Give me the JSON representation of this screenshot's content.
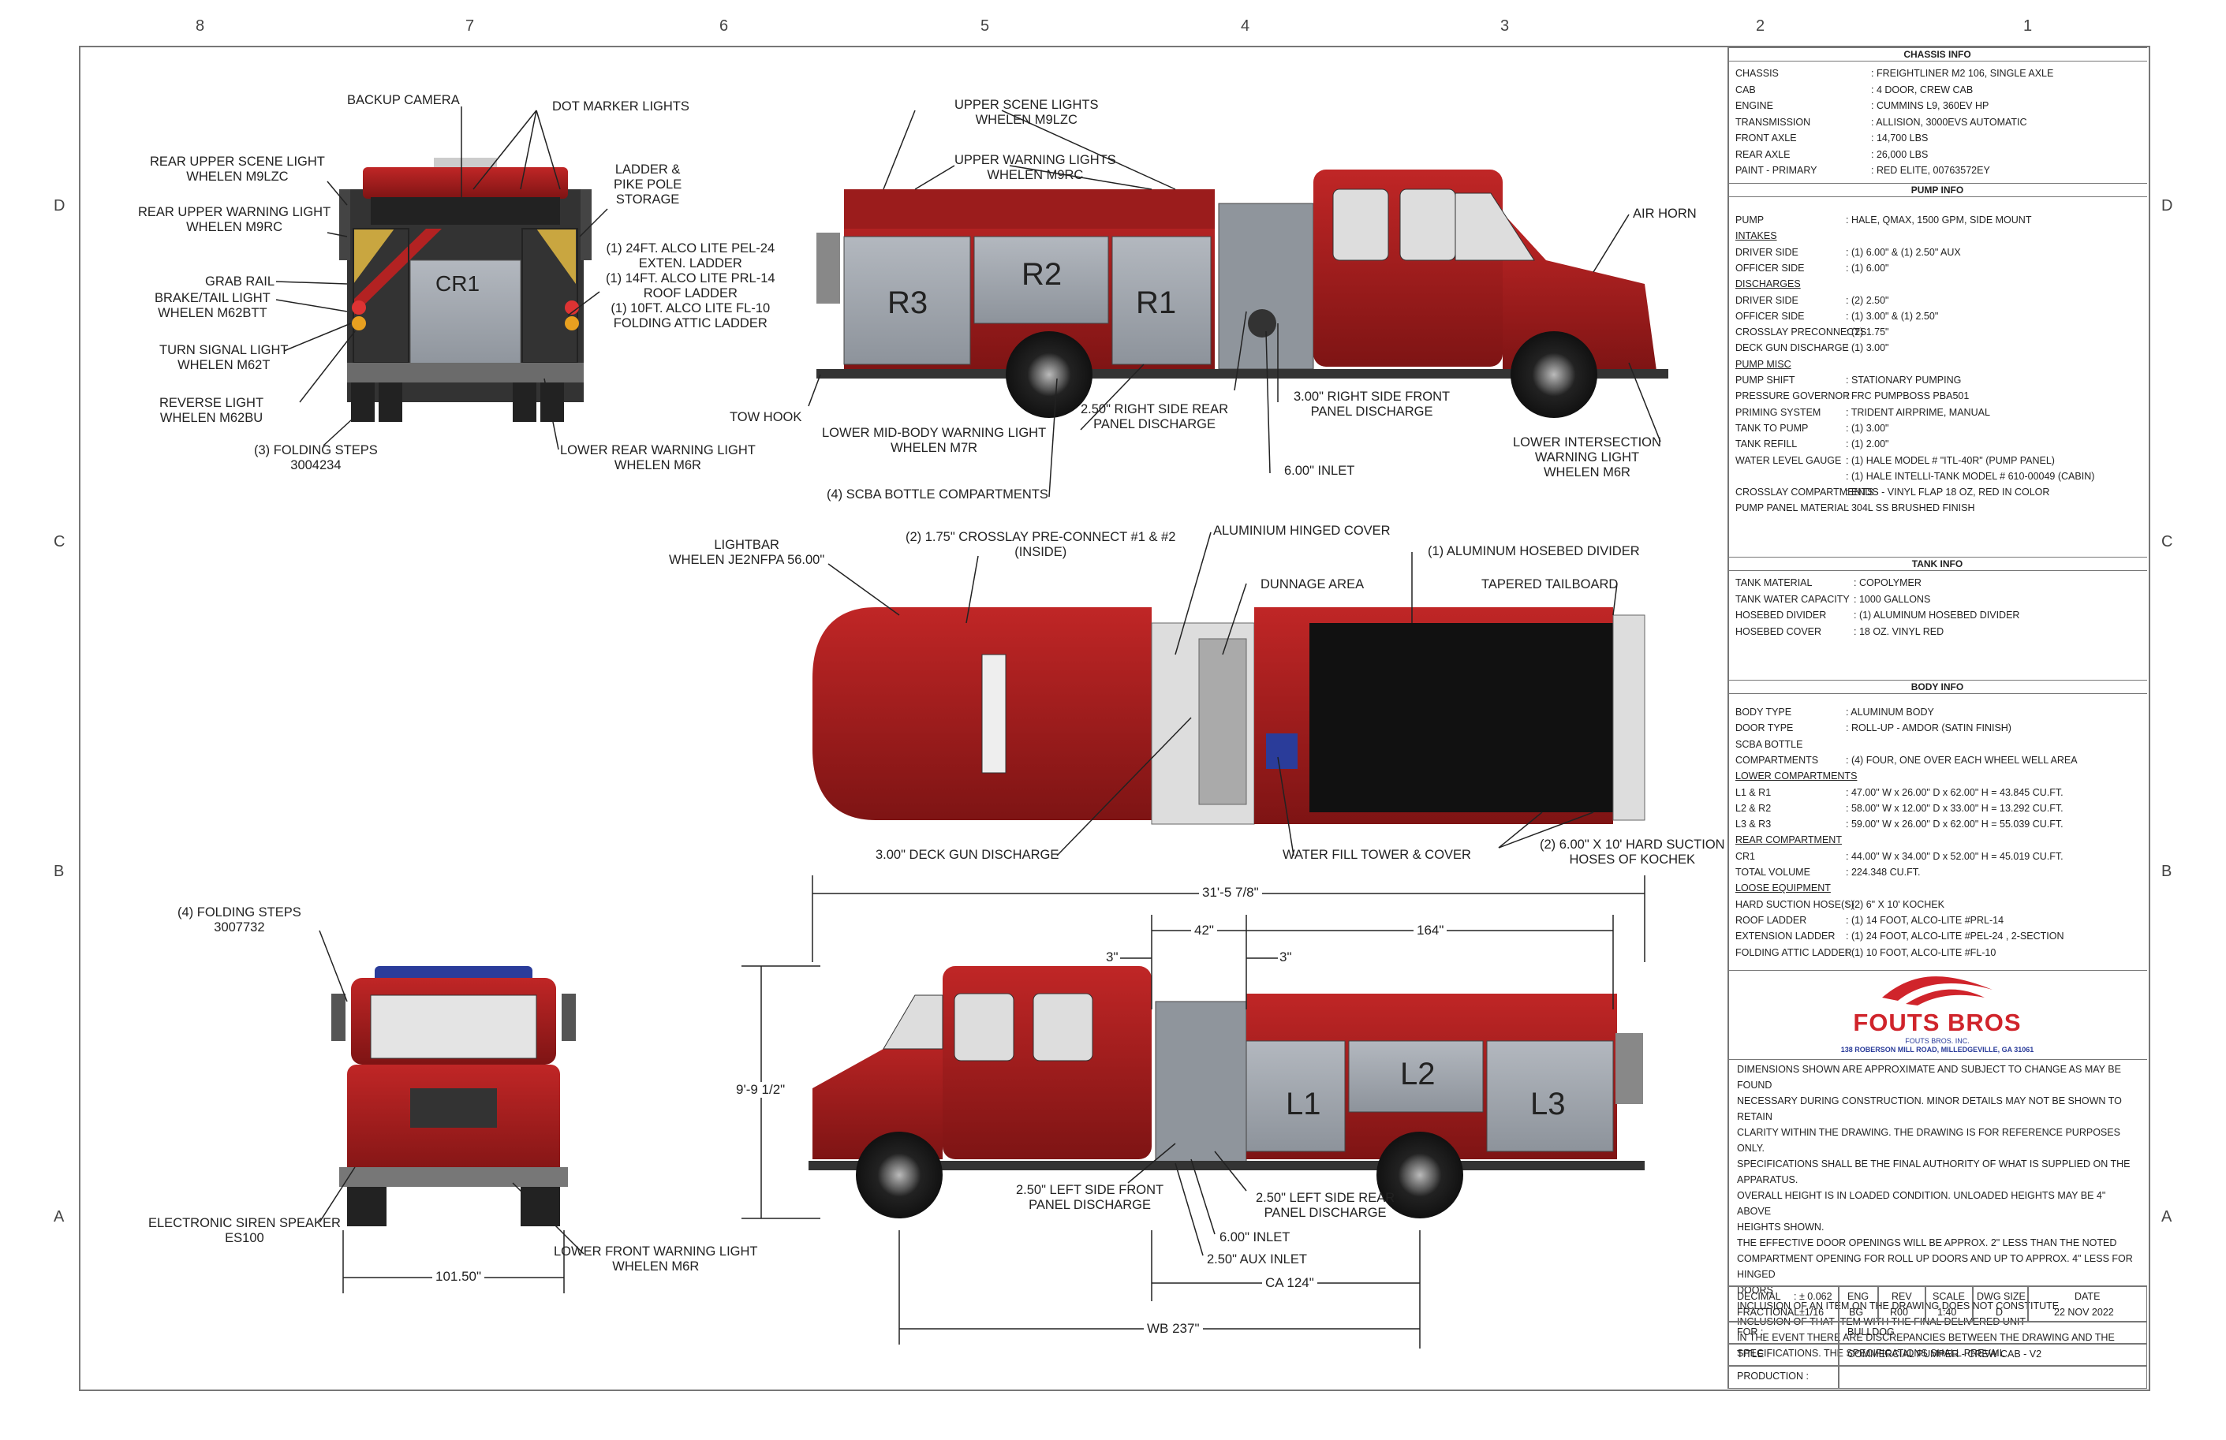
{
  "zones": {
    "top": [
      "8",
      "7",
      "6",
      "5",
      "4",
      "3",
      "2",
      "1"
    ],
    "side": [
      "D",
      "C",
      "B",
      "A"
    ]
  },
  "rear_view": {
    "labels": {
      "backup_camera": "BACKUP CAMERA",
      "dot_marker": "DOT MARKER LIGHTS",
      "rear_upper_scene": "REAR UPPER SCENE LIGHT\nWHELEN M9LZC",
      "ladder_pike": "LADDER &\nPIKE POLE\nSTORAGE",
      "rear_upper_warning": "REAR UPPER WARNING LIGHT\nWHELEN M9RC",
      "ladders": "(1) 24FT. ALCO LITE PEL-24\nEXTEN. LADDER\n(1) 14FT. ALCO LITE PRL-14\nROOF LADDER\n(1) 10FT. ALCO LITE FL-10\nFOLDING ATTIC LADDER",
      "grab_rail": "GRAB RAIL",
      "brake_tail": "BRAKE/TAIL LIGHT\nWHELEN M62BTT",
      "turn_signal": "TURN SIGNAL LIGHT\nWHELEN M62T",
      "reverse": "REVERSE LIGHT\nWHELEN M62BU",
      "folding_steps": "(3) FOLDING STEPS\n3004234",
      "lower_rear_warning": "LOWER REAR WARNING LIGHT\nWHELEN M6R",
      "compartment": "CR1"
    }
  },
  "right_side_view": {
    "labels": {
      "upper_scene": "UPPER SCENE LIGHTS\nWHELEN M9LZC",
      "upper_warning": "UPPER WARNING LIGHTS\nWHELEN M9RC",
      "air_horn": "AIR HORN",
      "tow_hook": "TOW HOOK",
      "lower_mid": "LOWER MID-BODY WARNING LIGHT\nWHELEN M7R",
      "right_rear_discharge": "2.50\" RIGHT SIDE REAR\nPANEL DISCHARGE",
      "right_front_discharge": "3.00\" RIGHT SIDE FRONT\nPANEL DISCHARGE",
      "inlet": "6.00\" INLET",
      "scba": "(4) SCBA BOTTLE COMPARTMENTS",
      "lower_intersection": "LOWER INTERSECTION\nWARNING LIGHT\nWHELEN M6R",
      "r3": "R3",
      "r2": "R2",
      "r1": "R1"
    }
  },
  "top_view": {
    "labels": {
      "lightbar": "LIGHTBAR\nWHELEN JE2NFPA 56.00\"",
      "crosslay": "(2) 1.75\" CROSSLAY PRE-CONNECT #1 & #2\n(INSIDE)",
      "hinged_cover": "ALUMINIUM HINGED COVER",
      "hosebed_divider": "(1) ALUMINUM HOSEBED DIVIDER",
      "dunnage": "DUNNAGE AREA",
      "tailboard": "TAPERED TAILBOARD",
      "deck_gun": "3.00\" DECK GUN DISCHARGE",
      "water_fill": "WATER FILL TOWER & COVER",
      "hard_suction": "(2) 6.00\" X 10' HARD SUCTION\nHOSES OF KOCHEK"
    }
  },
  "front_view": {
    "labels": {
      "folding_steps": "(4) FOLDING STEPS\n3007732",
      "siren": "ELECTRONIC SIREN SPEAKER\nES100",
      "lower_front_warning": "LOWER FRONT WARNING LIGHT\nWHELEN M6R",
      "width": "101.50\""
    }
  },
  "left_side_view": {
    "labels": {
      "overall_length": "31'-5 7/8\"",
      "d42": "42\"",
      "d164": "164\"",
      "d3a": "3\"",
      "d3b": "3\"",
      "height": "9'-9 1/2\"",
      "left_front_discharge": "2.50\" LEFT SIDE FRONT\nPANEL DISCHARGE",
      "left_rear_discharge": "2.50\" LEFT SIDE REAR\nPANEL DISCHARGE",
      "inlet": "6.00\" INLET",
      "aux_inlet": "2.50\" AUX INLET",
      "ca": "CA 124\"",
      "wb": "WB 237\"",
      "l1": "L1",
      "l2": "L2",
      "l3": "L3"
    }
  },
  "chassis_info": {
    "title": "CHASSIS INFO",
    "rows": [
      [
        "CHASSIS",
        ": FREIGHTLINER M2 106, SINGLE AXLE"
      ],
      [
        "CAB",
        ": 4 DOOR, CREW CAB"
      ],
      [
        "ENGINE",
        ": CUMMINS L9, 360EV HP"
      ],
      [
        "TRANSMISSION",
        ": ALLISION, 3000EVS AUTOMATIC"
      ],
      [
        "FRONT AXLE",
        ": 14,700 LBS"
      ],
      [
        "REAR AXLE",
        ": 26,000 LBS"
      ],
      [
        "PAINT - PRIMARY",
        ": RED ELITE, 00763572EY"
      ]
    ]
  },
  "pump_info": {
    "title": "PUMP INFO",
    "rows": [
      [
        "PUMP",
        ": HALE, QMAX, 1500 GPM, SIDE MOUNT",
        false
      ],
      [
        "INTAKES",
        "",
        true
      ],
      [
        "DRIVER SIDE",
        ": (1) 6.00\" & (1) 2.50\" AUX",
        false
      ],
      [
        "OFFICER SIDE",
        ": (1) 6.00\"",
        false
      ],
      [
        "DISCHARGES",
        "",
        true
      ],
      [
        "DRIVER SIDE",
        ": (2) 2.50\"",
        false
      ],
      [
        "OFFICER SIDE",
        ": (1) 3.00\" & (1) 2.50\"",
        false
      ],
      [
        "CROSSLAY PRECONNECTS",
        ": (2) 1.75\"",
        false
      ],
      [
        "DECK GUN DISCHARGE",
        ": (1) 3.00\"",
        false
      ],
      [
        "PUMP MISC",
        "",
        true
      ],
      [
        "PUMP SHIFT",
        ": STATIONARY PUMPING",
        false
      ],
      [
        "PRESSURE GOVERNOR",
        ": FRC PUMPBOSS PBA501",
        false
      ],
      [
        "PRIMING SYSTEM",
        ": TRIDENT AIRPRIME, MANUAL",
        false
      ],
      [
        "TANK TO PUMP",
        ": (1) 3.00\"",
        false
      ],
      [
        "TANK REFILL",
        ": (1) 2.00\"",
        false
      ],
      [
        "WATER LEVEL GAUGE",
        ": (1) HALE MODEL # \"ITL-40R\" (PUMP PANEL)",
        false
      ],
      [
        "",
        ": (1) HALE INTELLI-TANK MODEL # 610-00049 (CABIN)",
        false
      ],
      [
        "CROSSLAY COMPARTMENTS",
        ": ENDS - VINYL FLAP 18 OZ, RED IN COLOR",
        false
      ],
      [
        "PUMP PANEL MATERIAL",
        ": 304L SS BRUSHED FINISH",
        false
      ]
    ]
  },
  "tank_info": {
    "title": "TANK INFO",
    "rows": [
      [
        "TANK MATERIAL",
        ": COPOLYMER"
      ],
      [
        "TANK WATER CAPACITY",
        ": 1000 GALLONS"
      ],
      [
        "HOSEBED DIVIDER",
        ": (1) ALUMINUM HOSEBED DIVIDER"
      ],
      [
        "HOSEBED COVER",
        ": 18 OZ. VINYL RED"
      ]
    ]
  },
  "body_info": {
    "title": "BODY INFO",
    "rows": [
      [
        "BODY TYPE",
        ": ALUMINUM BODY",
        false
      ],
      [
        "DOOR TYPE",
        ": ROLL-UP - AMDOR (SATIN FINISH)",
        false
      ],
      [
        "SCBA BOTTLE",
        "",
        false
      ],
      [
        "COMPARTMENTS",
        ": (4) FOUR, ONE OVER EACH WHEEL WELL AREA",
        false
      ],
      [
        "LOWER COMPARTMENTS",
        "",
        true
      ],
      [
        "L1 & R1",
        ": 47.00\" W  x 26.00\" D x 62.00\" H = 43.845 CU.FT.",
        false
      ],
      [
        "L2 & R2",
        ": 58.00\" W  x 12.00\" D x 33.00\" H = 13.292 CU.FT.",
        false
      ],
      [
        "L3 & R3",
        ": 59.00\" W  x 26.00\" D x 62.00\" H = 55.039 CU.FT.",
        false
      ],
      [
        "REAR COMPARTMENT",
        "",
        true
      ],
      [
        "CR1",
        ": 44.00\" W  x 34.00\" D x 52.00\" H = 45.019 CU.FT.",
        false
      ],
      [
        "TOTAL VOLUME",
        ": 224.348 CU.FT.",
        false
      ],
      [
        "LOOSE EQUIPMENT",
        "",
        true
      ],
      [
        "HARD SUCTION HOSE(S)",
        ": (2) 6\" X 10' KOCHEK",
        false
      ],
      [
        "ROOF LADDER",
        ": (1) 14 FOOT, ALCO-LITE #PRL-14",
        false
      ],
      [
        "EXTENSION LADDER",
        ": (1) 24 FOOT, ALCO-LITE #PEL-24 , 2-SECTION",
        false
      ],
      [
        "FOLDING ATTIC LADDER",
        ": (1) 10 FOOT, ALCO-LITE #FL-10",
        false
      ]
    ]
  },
  "logo": {
    "name": "FOUTS BROS",
    "sub1": "FOUTS BROS. INC.",
    "sub2": "138 ROBERSON MILL ROAD, MILLEDGEVILLE, GA 31061",
    "color": "#d0242b"
  },
  "notes": [
    "DIMENSIONS SHOWN ARE APPROXIMATE AND SUBJECT TO CHANGE AS MAY BE FOUND",
    "NECESSARY DURING CONSTRUCTION. MINOR DETAILS MAY NOT BE SHOWN TO RETAIN",
    "CLARITY WITHIN THE DRAWING. THE DRAWING IS FOR REFERENCE PURPOSES ONLY.",
    "SPECIFICATIONS SHALL BE THE FINAL AUTHORITY OF WHAT IS SUPPLIED ON THE",
    "APPARATUS.",
    "OVERALL HEIGHT IS IN LOADED CONDITION. UNLOADED HEIGHTS MAY BE 4\" ABOVE",
    "HEIGHTS SHOWN.",
    "THE EFFECTIVE DOOR OPENINGS WILL BE APPROX. 2\" LESS THAN THE NOTED",
    "COMPARTMENT OPENING FOR ROLL UP DOORS AND UP TO APPROX.  4\" LESS FOR HINGED",
    "DOORS",
    "INCLUSION OF AN ITEM ON THE DRAWING DOES NOT CONSTITUTE",
    "INCLUSION OF THAT ITEM WITH THE FINAL DELIVERED UNIT",
    "IN THE EVENT THERE ARE DISCREPANCIES BETWEEN THE DRAWING AND THE",
    "SPECIFICATIONS. THE SPECIFICATIONS SHALL PREVAIL"
  ],
  "title_block": {
    "decimal_label": "DECIMAL",
    "decimal_value": ": ± 0.062",
    "fractional_label": "FRACTIONAL",
    "fractional_value": ": ±1/16",
    "eng_label": "ENG",
    "eng_value": "BG",
    "rev_label": "REV",
    "rev_value": "R00",
    "scale_label": "SCALE",
    "scale_value": "1:40",
    "dwg_label": "DWG SIZE",
    "dwg_value": "D",
    "date_label": "DATE",
    "date_value": "22 NOV 2022",
    "for_label": "FOR :",
    "for_value": "BULLDOG",
    "title_label": "TITLE :",
    "title_value": "COMMERCIAL PUMPER - CREW CAB - V2",
    "production_label": "PRODUCTION :"
  },
  "colors": {
    "truck_red": "#a51d1d",
    "panel_gray": "#9ea4ad",
    "dark": "#2a2a2a"
  }
}
